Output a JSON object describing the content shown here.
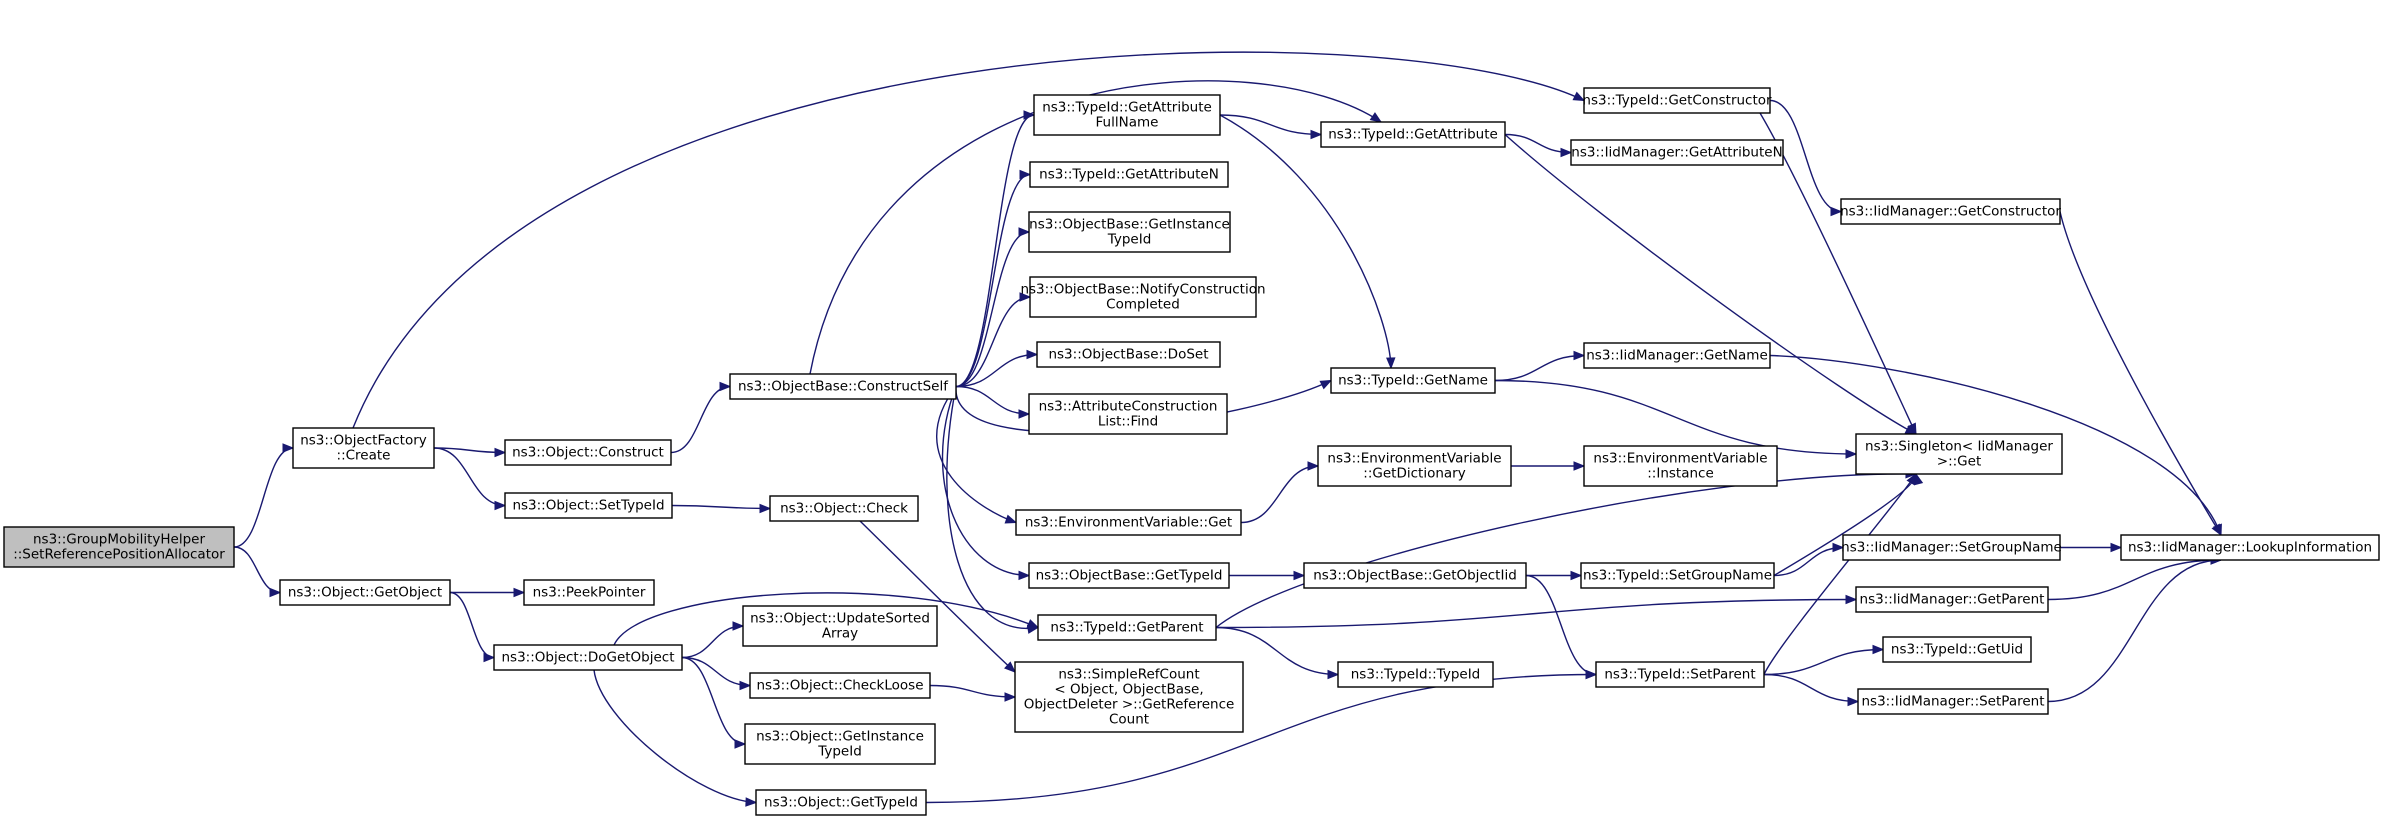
{
  "graph": {
    "colors": {
      "edge": "#191970",
      "root_fill": "#bfbfbf",
      "node_fill": "#ffffff",
      "border": "#000000"
    },
    "nodes": [
      {
        "id": "root",
        "lines": [
          "ns3::GroupMobilityHelper",
          "::SetReferencePositionAllocator"
        ],
        "highlight": true
      },
      {
        "id": "of_create",
        "lines": [
          "ns3::ObjectFactory",
          "::Create"
        ]
      },
      {
        "id": "obj_getobject",
        "lines": [
          "ns3::Object::GetObject"
        ]
      },
      {
        "id": "obj_construct",
        "lines": [
          "ns3::Object::Construct"
        ]
      },
      {
        "id": "obj_settypeid",
        "lines": [
          "ns3::Object::SetTypeId"
        ]
      },
      {
        "id": "peekpointer",
        "lines": [
          "ns3::PeekPointer"
        ]
      },
      {
        "id": "obj_dogetobject",
        "lines": [
          "ns3::Object::DoGetObject"
        ]
      },
      {
        "id": "ob_constructself",
        "lines": [
          "ns3::ObjectBase::ConstructSelf"
        ]
      },
      {
        "id": "obj_check",
        "lines": [
          "ns3::Object::Check"
        ]
      },
      {
        "id": "obj_updatesorted",
        "lines": [
          "ns3::Object::UpdateSorted",
          "Array"
        ]
      },
      {
        "id": "obj_checkloose",
        "lines": [
          "ns3::Object::CheckLoose"
        ]
      },
      {
        "id": "obj_getinstancetypeid",
        "lines": [
          "ns3::Object::GetInstance",
          "TypeId"
        ]
      },
      {
        "id": "obj_gettypeid",
        "lines": [
          "ns3::Object::GetTypeId"
        ]
      },
      {
        "id": "tid_getattrfullname",
        "lines": [
          "ns3::TypeId::GetAttribute",
          "FullName"
        ]
      },
      {
        "id": "tid_getattrn",
        "lines": [
          "ns3::TypeId::GetAttributeN"
        ]
      },
      {
        "id": "ob_getinstancetypeid",
        "lines": [
          "ns3::ObjectBase::GetInstance",
          "TypeId"
        ]
      },
      {
        "id": "ob_notify",
        "lines": [
          "ns3::ObjectBase::NotifyConstruction",
          "Completed"
        ]
      },
      {
        "id": "ob_doset",
        "lines": [
          "ns3::ObjectBase::DoSet"
        ]
      },
      {
        "id": "acl_find",
        "lines": [
          "ns3::AttributeConstruction",
          "List::Find"
        ]
      },
      {
        "id": "env_get",
        "lines": [
          "ns3::EnvironmentVariable::Get"
        ]
      },
      {
        "id": "ob_gettypeid",
        "lines": [
          "ns3::ObjectBase::GetTypeId"
        ]
      },
      {
        "id": "tid_getparent",
        "lines": [
          "ns3::TypeId::GetParent"
        ]
      },
      {
        "id": "src_getref",
        "lines": [
          "ns3::SimpleRefCount",
          "< Object, ObjectBase,",
          "ObjectDeleter >::GetReference",
          "Count"
        ]
      },
      {
        "id": "tid_getattribute",
        "lines": [
          "ns3::TypeId::GetAttribute"
        ]
      },
      {
        "id": "tid_getname",
        "lines": [
          "ns3::TypeId::GetName"
        ]
      },
      {
        "id": "env_getdict",
        "lines": [
          "ns3::EnvironmentVariable",
          "::GetDictionary"
        ]
      },
      {
        "id": "ob_getobjectiid",
        "lines": [
          "ns3::ObjectBase::GetObjectIid"
        ]
      },
      {
        "id": "tid_typeid",
        "lines": [
          "ns3::TypeId::TypeId"
        ]
      },
      {
        "id": "tid_getconstructor",
        "lines": [
          "ns3::TypeId::GetConstructor"
        ]
      },
      {
        "id": "iid_getattributen",
        "lines": [
          "ns3::IidManager::GetAttributeN"
        ]
      },
      {
        "id": "iid_getname",
        "lines": [
          "ns3::IidManager::GetName"
        ]
      },
      {
        "id": "env_instance",
        "lines": [
          "ns3::EnvironmentVariable",
          "::Instance"
        ]
      },
      {
        "id": "tid_setgroupname",
        "lines": [
          "ns3::TypeId::SetGroupName"
        ]
      },
      {
        "id": "tid_setparent",
        "lines": [
          "ns3::TypeId::SetParent"
        ]
      },
      {
        "id": "iid_getconstructor",
        "lines": [
          "ns3::IidManager::GetConstructor"
        ]
      },
      {
        "id": "singleton_get",
        "lines": [
          "ns3::Singleton< IidManager",
          " >::Get"
        ]
      },
      {
        "id": "iid_setgroupname",
        "lines": [
          "ns3::IidManager::SetGroupName"
        ]
      },
      {
        "id": "iid_getparent",
        "lines": [
          "ns3::IidManager::GetParent"
        ]
      },
      {
        "id": "tid_getuid",
        "lines": [
          "ns3::TypeId::GetUid"
        ]
      },
      {
        "id": "iid_setparent",
        "lines": [
          "ns3::IidManager::SetParent"
        ]
      },
      {
        "id": "iid_lookupinfo",
        "lines": [
          "ns3::IidManager::LookupInformation"
        ]
      }
    ],
    "edges": [
      [
        "root",
        "of_create"
      ],
      [
        "root",
        "obj_getobject"
      ],
      [
        "of_create",
        "obj_construct"
      ],
      [
        "of_create",
        "obj_settypeid"
      ],
      [
        "of_create",
        "tid_getconstructor"
      ],
      [
        "obj_getobject",
        "peekpointer"
      ],
      [
        "obj_getobject",
        "obj_dogetobject"
      ],
      [
        "obj_construct",
        "ob_constructself"
      ],
      [
        "obj_settypeid",
        "obj_check"
      ],
      [
        "obj_check",
        "src_getref"
      ],
      [
        "obj_dogetobject",
        "obj_updatesorted"
      ],
      [
        "obj_dogetobject",
        "obj_checkloose"
      ],
      [
        "obj_dogetobject",
        "obj_getinstancetypeid"
      ],
      [
        "obj_dogetobject",
        "obj_gettypeid"
      ],
      [
        "obj_dogetobject",
        "tid_getparent"
      ],
      [
        "obj_checkloose",
        "src_getref"
      ],
      [
        "obj_gettypeid",
        "tid_setparent"
      ],
      [
        "ob_constructself",
        "tid_getattrfullname"
      ],
      [
        "ob_constructself",
        "tid_getattrn"
      ],
      [
        "ob_constructself",
        "ob_getinstancetypeid"
      ],
      [
        "ob_constructself",
        "ob_notify"
      ],
      [
        "ob_constructself",
        "ob_doset"
      ],
      [
        "ob_constructself",
        "acl_find"
      ],
      [
        "ob_constructself",
        "env_get"
      ],
      [
        "ob_constructself",
        "ob_gettypeid"
      ],
      [
        "ob_constructself",
        "tid_getparent"
      ],
      [
        "ob_constructself",
        "tid_getattribute"
      ],
      [
        "ob_constructself",
        "tid_getname"
      ],
      [
        "tid_getattrfullname",
        "tid_getattribute"
      ],
      [
        "tid_getattrfullname",
        "tid_getname"
      ],
      [
        "tid_getattribute",
        "iid_getattributen"
      ],
      [
        "tid_getattribute",
        "singleton_get"
      ],
      [
        "tid_getname",
        "iid_getname"
      ],
      [
        "tid_getname",
        "singleton_get"
      ],
      [
        "env_get",
        "env_getdict"
      ],
      [
        "env_getdict",
        "env_instance"
      ],
      [
        "ob_gettypeid",
        "ob_getobjectiid"
      ],
      [
        "ob_getobjectiid",
        "tid_setgroupname"
      ],
      [
        "ob_getobjectiid",
        "tid_setparent"
      ],
      [
        "tid_getparent",
        "tid_typeid"
      ],
      [
        "tid_getparent",
        "iid_getparent"
      ],
      [
        "tid_getparent",
        "singleton_get"
      ],
      [
        "tid_getconstructor",
        "iid_getconstructor"
      ],
      [
        "tid_getconstructor",
        "singleton_get"
      ],
      [
        "iid_getconstructor",
        "iid_lookupinfo"
      ],
      [
        "iid_getname",
        "iid_lookupinfo"
      ],
      [
        "tid_setgroupname",
        "iid_setgroupname"
      ],
      [
        "tid_setgroupname",
        "singleton_get"
      ],
      [
        "tid_setparent",
        "tid_getuid"
      ],
      [
        "tid_setparent",
        "iid_setparent"
      ],
      [
        "tid_setparent",
        "singleton_get"
      ],
      [
        "iid_setgroupname",
        "iid_lookupinfo"
      ],
      [
        "iid_getparent",
        "iid_lookupinfo"
      ],
      [
        "iid_setparent",
        "iid_lookupinfo"
      ]
    ]
  }
}
